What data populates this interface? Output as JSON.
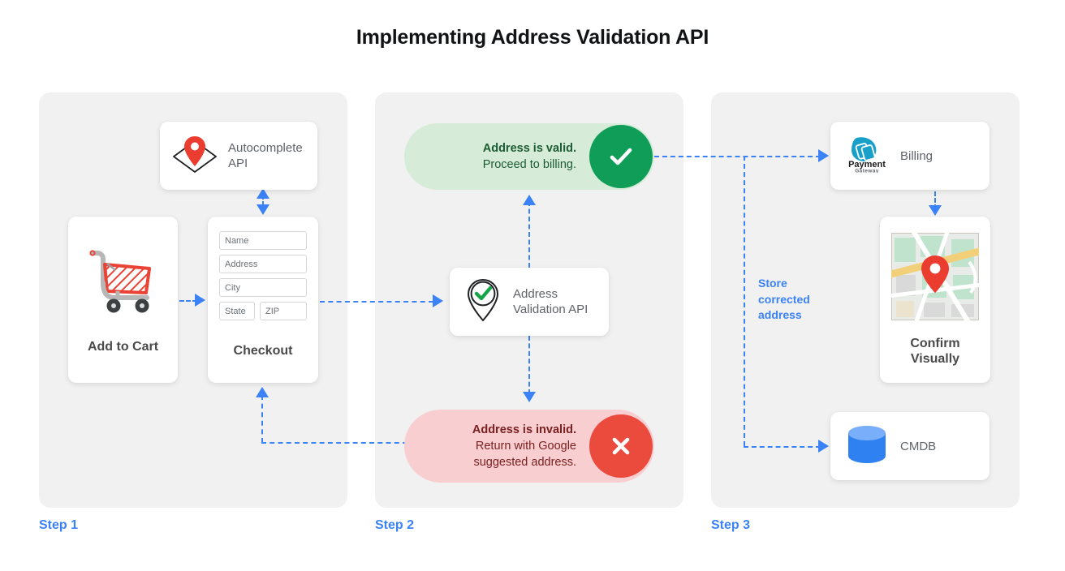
{
  "page": {
    "title": "Implementing Address Validation API",
    "accent_blue": "#3b82f6",
    "panel_bg": "#f1f1f1",
    "valid_green": "#0f9d58",
    "invalid_red": "#eb4b3c"
  },
  "steps": [
    {
      "id": "step1",
      "label": "Step 1"
    },
    {
      "id": "step2",
      "label": "Step 2"
    },
    {
      "id": "step3",
      "label": "Step 3"
    }
  ],
  "step1": {
    "autocomplete_card": {
      "icon": "map-pin-envelope-icon",
      "label_line1": "Autocomplete",
      "label_line2": "API"
    },
    "cart_card": {
      "icon": "shopping-cart-icon",
      "label": "Add to Cart"
    },
    "checkout_card": {
      "caption": "Checkout",
      "fields": [
        {
          "name": "name-field",
          "value": "Name"
        },
        {
          "name": "address-field",
          "value": "Address"
        },
        {
          "name": "city-field",
          "value": "City"
        },
        {
          "name": "state-field",
          "value": "State"
        },
        {
          "name": "zip-field",
          "value": "ZIP"
        }
      ]
    }
  },
  "step2": {
    "valid_pill": {
      "line1": "Address is valid.",
      "line2": "Proceed to billing.",
      "icon": "check-circle-icon",
      "color": "#0f9d58"
    },
    "validation_card": {
      "icon": "pin-check-icon",
      "label_line1": "Address",
      "label_line2": "Validation API"
    },
    "invalid_pill": {
      "line1": "Address is invalid.",
      "line2": "Return with Google",
      "line3": "suggested address.",
      "icon": "x-circle-icon",
      "color": "#eb4b3c"
    }
  },
  "step3": {
    "billing_card": {
      "icon": "payment-gateway-logo",
      "logo_line1": "Payment",
      "logo_line2": "Gateway",
      "label": "Billing"
    },
    "confirm_card": {
      "icon": "map-thumbnail-icon",
      "label_line1": "Confirm",
      "label_line2": "Visually"
    },
    "cmdb_card": {
      "icon": "database-cylinder-icon",
      "label": "CMDB"
    },
    "store_note": "Store corrected address"
  },
  "connectors": [
    {
      "name": "autocomplete-checkout-bidirectional",
      "direction": "both"
    },
    {
      "name": "cart-to-checkout",
      "direction": "right"
    },
    {
      "name": "checkout-to-validation",
      "direction": "right"
    },
    {
      "name": "validation-to-valid",
      "direction": "up"
    },
    {
      "name": "validation-to-invalid",
      "direction": "down"
    },
    {
      "name": "valid-to-billing",
      "direction": "right"
    },
    {
      "name": "billing-to-confirm",
      "direction": "down"
    },
    {
      "name": "store-corrected-to-cmdb",
      "direction": "right"
    },
    {
      "name": "invalid-to-checkout",
      "direction": "left-up"
    }
  ]
}
